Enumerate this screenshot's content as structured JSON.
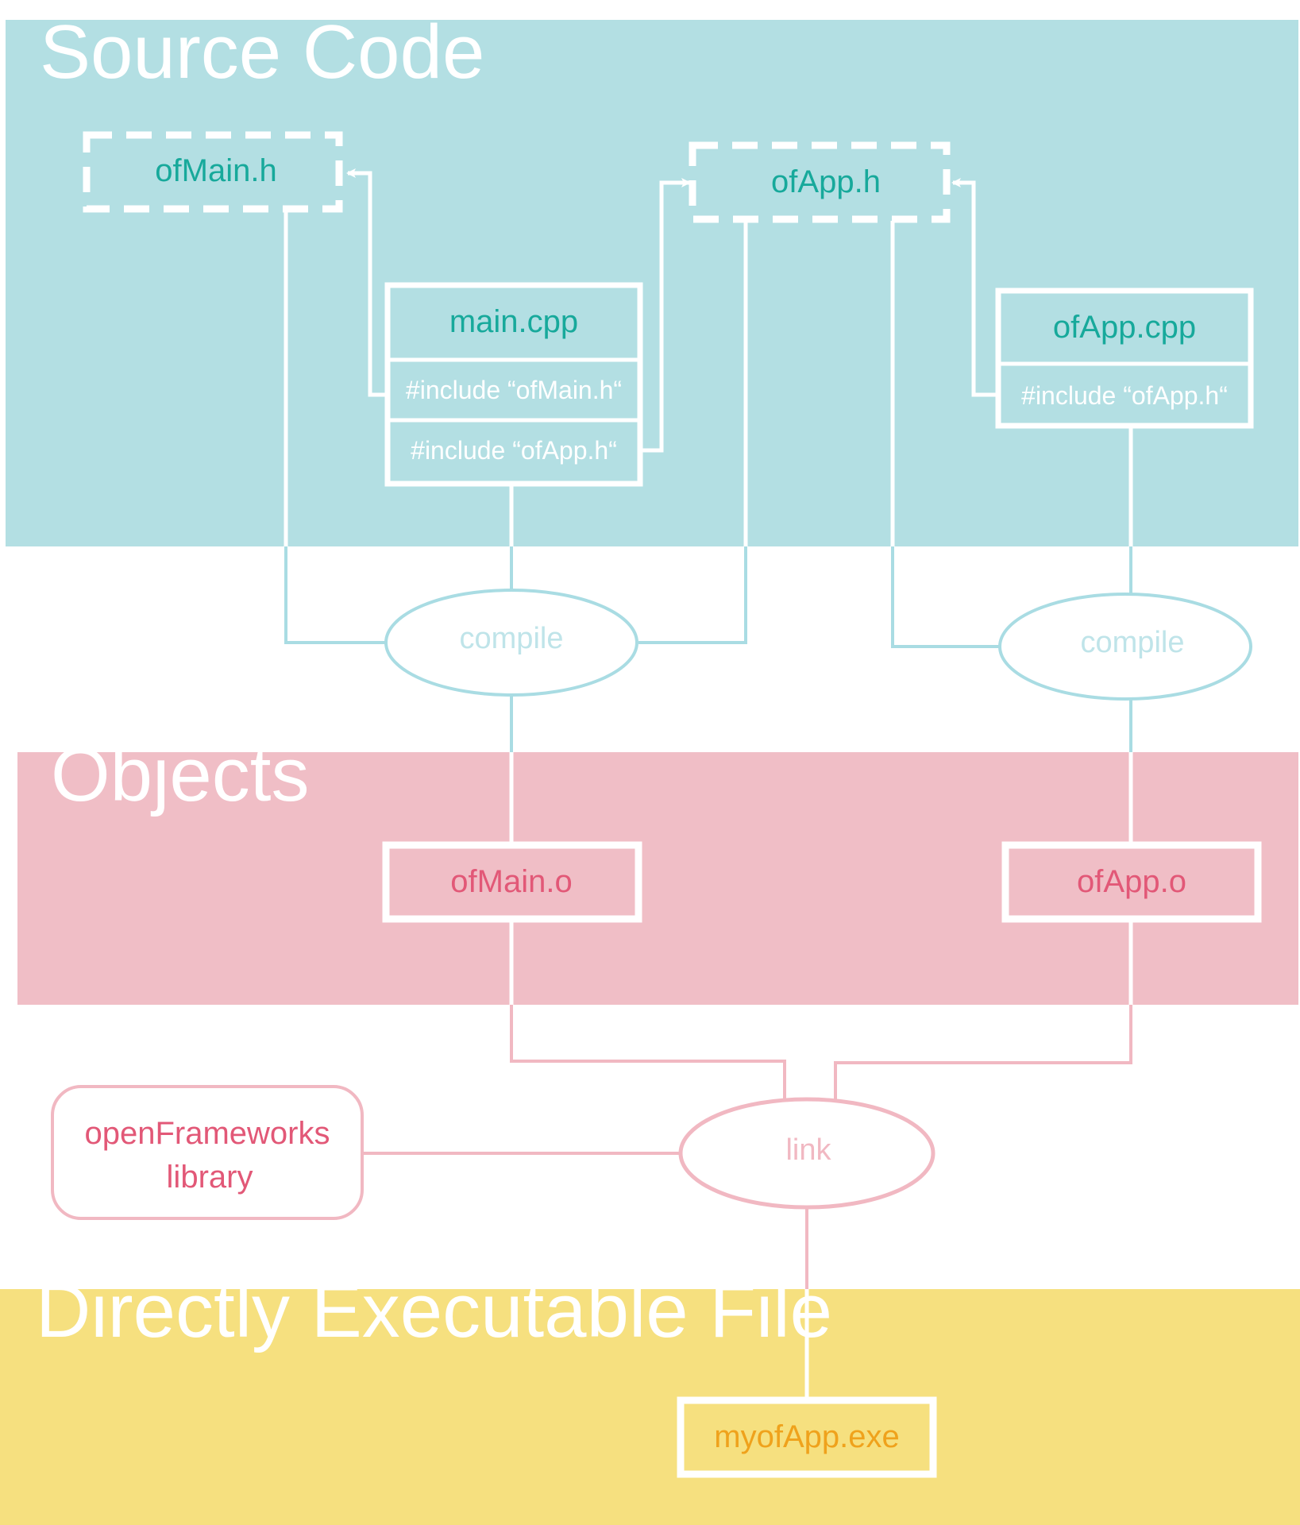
{
  "bands": {
    "source": {
      "title": "Source Code",
      "color": "#b3dfe3"
    },
    "objects": {
      "title": "Objects",
      "color": "#f0bec6"
    },
    "executable": {
      "title": "Directly Executable File",
      "color": "#f6e07f"
    }
  },
  "colors": {
    "teal_text": "#17a99b",
    "blue_line": "#a9dce3",
    "pink_text": "#e25877",
    "pink_line": "#f1b8c2",
    "orange_text": "#efa21c",
    "white": "#ffffff"
  },
  "headers": {
    "of_main_h": "ofMain.h",
    "of_app_h": "ofApp.h"
  },
  "sources": {
    "main_cpp": {
      "title": "main.cpp",
      "includes": [
        "#include “ofMain.h“",
        "#include “ofApp.h“"
      ]
    },
    "of_app_cpp": {
      "title": "ofApp.cpp",
      "includes": [
        "#include “ofApp.h“"
      ]
    }
  },
  "operations": {
    "compile_main": "compile",
    "compile_app": "compile",
    "link": "link"
  },
  "objects": {
    "of_main_o": "ofMain.o",
    "of_app_o": "ofApp.o"
  },
  "library": {
    "line1": "openFrameworks",
    "line2": "library"
  },
  "executable": "myofApp.exe",
  "icons": {
    "include_arrow": "arrowhead-icon"
  }
}
